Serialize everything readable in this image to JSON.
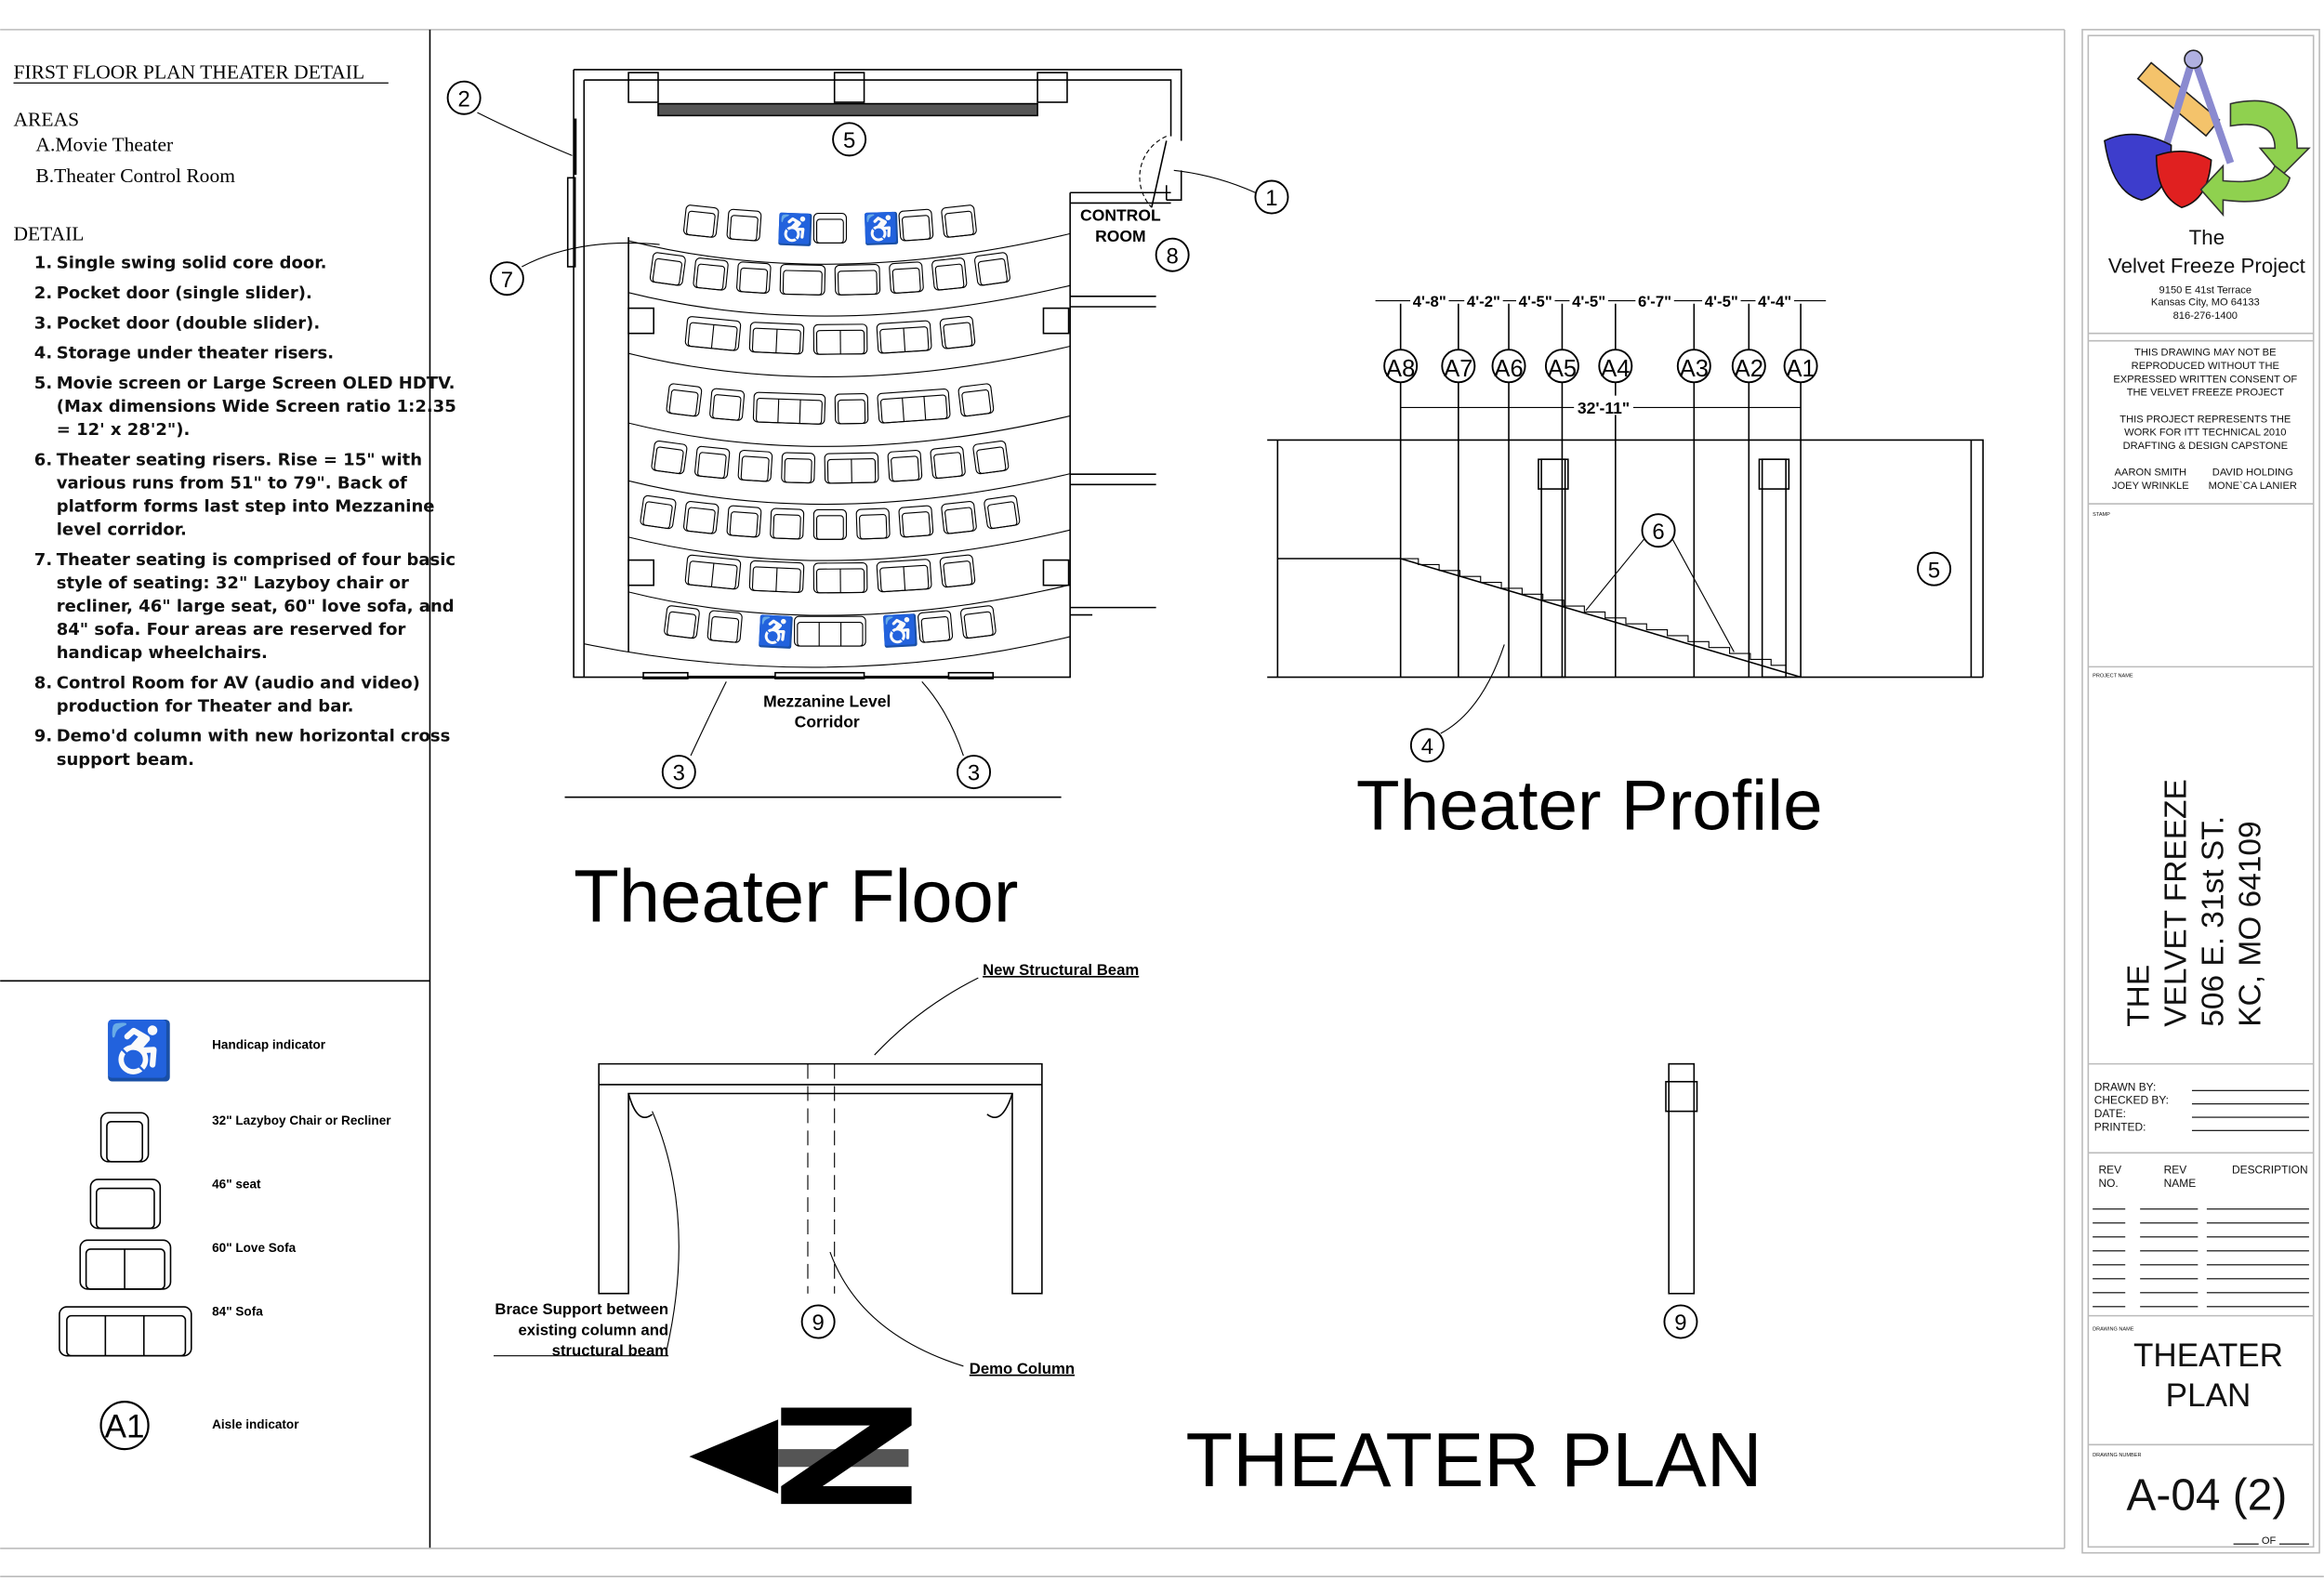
{
  "notes": {
    "title": "FIRST FLOOR PLAN THEATER DETAIL",
    "areas_heading": "AREAS",
    "areas": [
      "A.Movie Theater",
      "B.Theater Control Room"
    ],
    "detail_heading": "DETAIL",
    "details": [
      [
        "1.",
        "Single swing solid core door."
      ],
      [
        "2.",
        "Pocket door (single slider)."
      ],
      [
        "3.",
        "Pocket door (double slider)."
      ],
      [
        "4.",
        "Storage under theater risers."
      ],
      [
        "5.",
        "Movie screen or Large Screen OLED HDTV.",
        "(Max dimensions Wide Screen ratio 1:2.35",
        "= 12' x 28'2\")."
      ],
      [
        "6.",
        "Theater seating risers.  Rise = 15\" with",
        "various runs from 51\" to 79\".  Back of",
        "platform forms last step into Mezzanine",
        "level corridor."
      ],
      [
        "7.",
        "Theater seating is comprised of four basic",
        "style of seating: 32\" Lazyboy chair or",
        "recliner, 46\" large seat, 60\" love sofa, and",
        "84\" sofa.  Four areas are reserved for",
        "handicap wheelchairs."
      ],
      [
        "8.",
        "Control Room for AV (audio and video)",
        "production for Theater and bar."
      ],
      [
        "9.",
        "Demo'd column with new horizontal cross",
        "support beam."
      ]
    ]
  },
  "legend": {
    "handicap": "Handicap indicator",
    "chair32": "32\" Lazyboy Chair or Recliner",
    "seat46": "46\" seat",
    "sofa60": "60\" Love Sofa",
    "sofa84": "84\" Sofa",
    "aisle_symbol": "A1",
    "aisle": "Aisle indicator"
  },
  "floor": {
    "title": "Theater Floor",
    "control_room": [
      "CONTROL",
      "ROOM"
    ],
    "corridor": [
      "Mezzanine Level",
      "Corridor"
    ],
    "callouts": [
      "2",
      "5",
      "1",
      "8",
      "7",
      "3",
      "3"
    ]
  },
  "profile": {
    "title": "Theater Profile",
    "dims": [
      "4'-8\"",
      "4'-2\"",
      "4'-5\"",
      "4'-5\"",
      "6'-7\"",
      "4'-5\"",
      "4'-4\""
    ],
    "total_dim": "32'-11\"",
    "aisles": [
      "A8",
      "A7",
      "A6",
      "A5",
      "A4",
      "A3",
      "A2",
      "A1"
    ],
    "callouts": [
      "6",
      "5",
      "4"
    ]
  },
  "beam": {
    "new_beam": "New Structural Beam",
    "brace": [
      "Brace Support between",
      "existing column and",
      "structural beam"
    ],
    "demo": "Demo Column",
    "callouts": [
      "9",
      "9"
    ]
  },
  "sheet_title": "THEATER PLAN",
  "titleblock": {
    "logo_text": "Velvet Freeze logo",
    "the": "The",
    "company": "Velvet Freeze Project",
    "address": [
      "9150 E 41st Terrace",
      "Kansas City, MO 64133",
      "816-276-1400"
    ],
    "notice1": [
      "THIS DRAWING MAY NOT BE",
      "REPRODUCED WITHOUT THE",
      "EXPRESSED WRITTEN CONSENT OF",
      "THE VELVET FREEZE PROJECT"
    ],
    "notice2": [
      "THIS PROJECT REPRESENTS THE",
      "WORK FOR ITT TECHNICAL 2010",
      "DRAFTING & DESIGN CAPSTONE"
    ],
    "team": [
      "AARON SMITH",
      "DAVID HOLDING",
      "JOEY WRINKLE",
      "MONE`CA LANIER"
    ],
    "stamp_label": "STAMP",
    "project_name_label": "PROJECT NAME",
    "project_name": [
      "THE",
      "VELVET FREEZE",
      "506 E. 31st ST.",
      "KC, MO 64109"
    ],
    "drawn_fields": [
      "DRAWN BY:",
      "CHECKED BY:",
      "DATE:",
      "PRINTED:"
    ],
    "rev_headers": [
      "REV",
      "NO.",
      "REV",
      "NAME",
      "DESCRIPTION"
    ],
    "drawing_name_label": "DRAWING NAME",
    "drawing_name": [
      "THEATER",
      "PLAN"
    ],
    "drawing_number_label": "DRAWING NUMBER",
    "drawing_number": "A-04 (2)",
    "of": "OF"
  }
}
